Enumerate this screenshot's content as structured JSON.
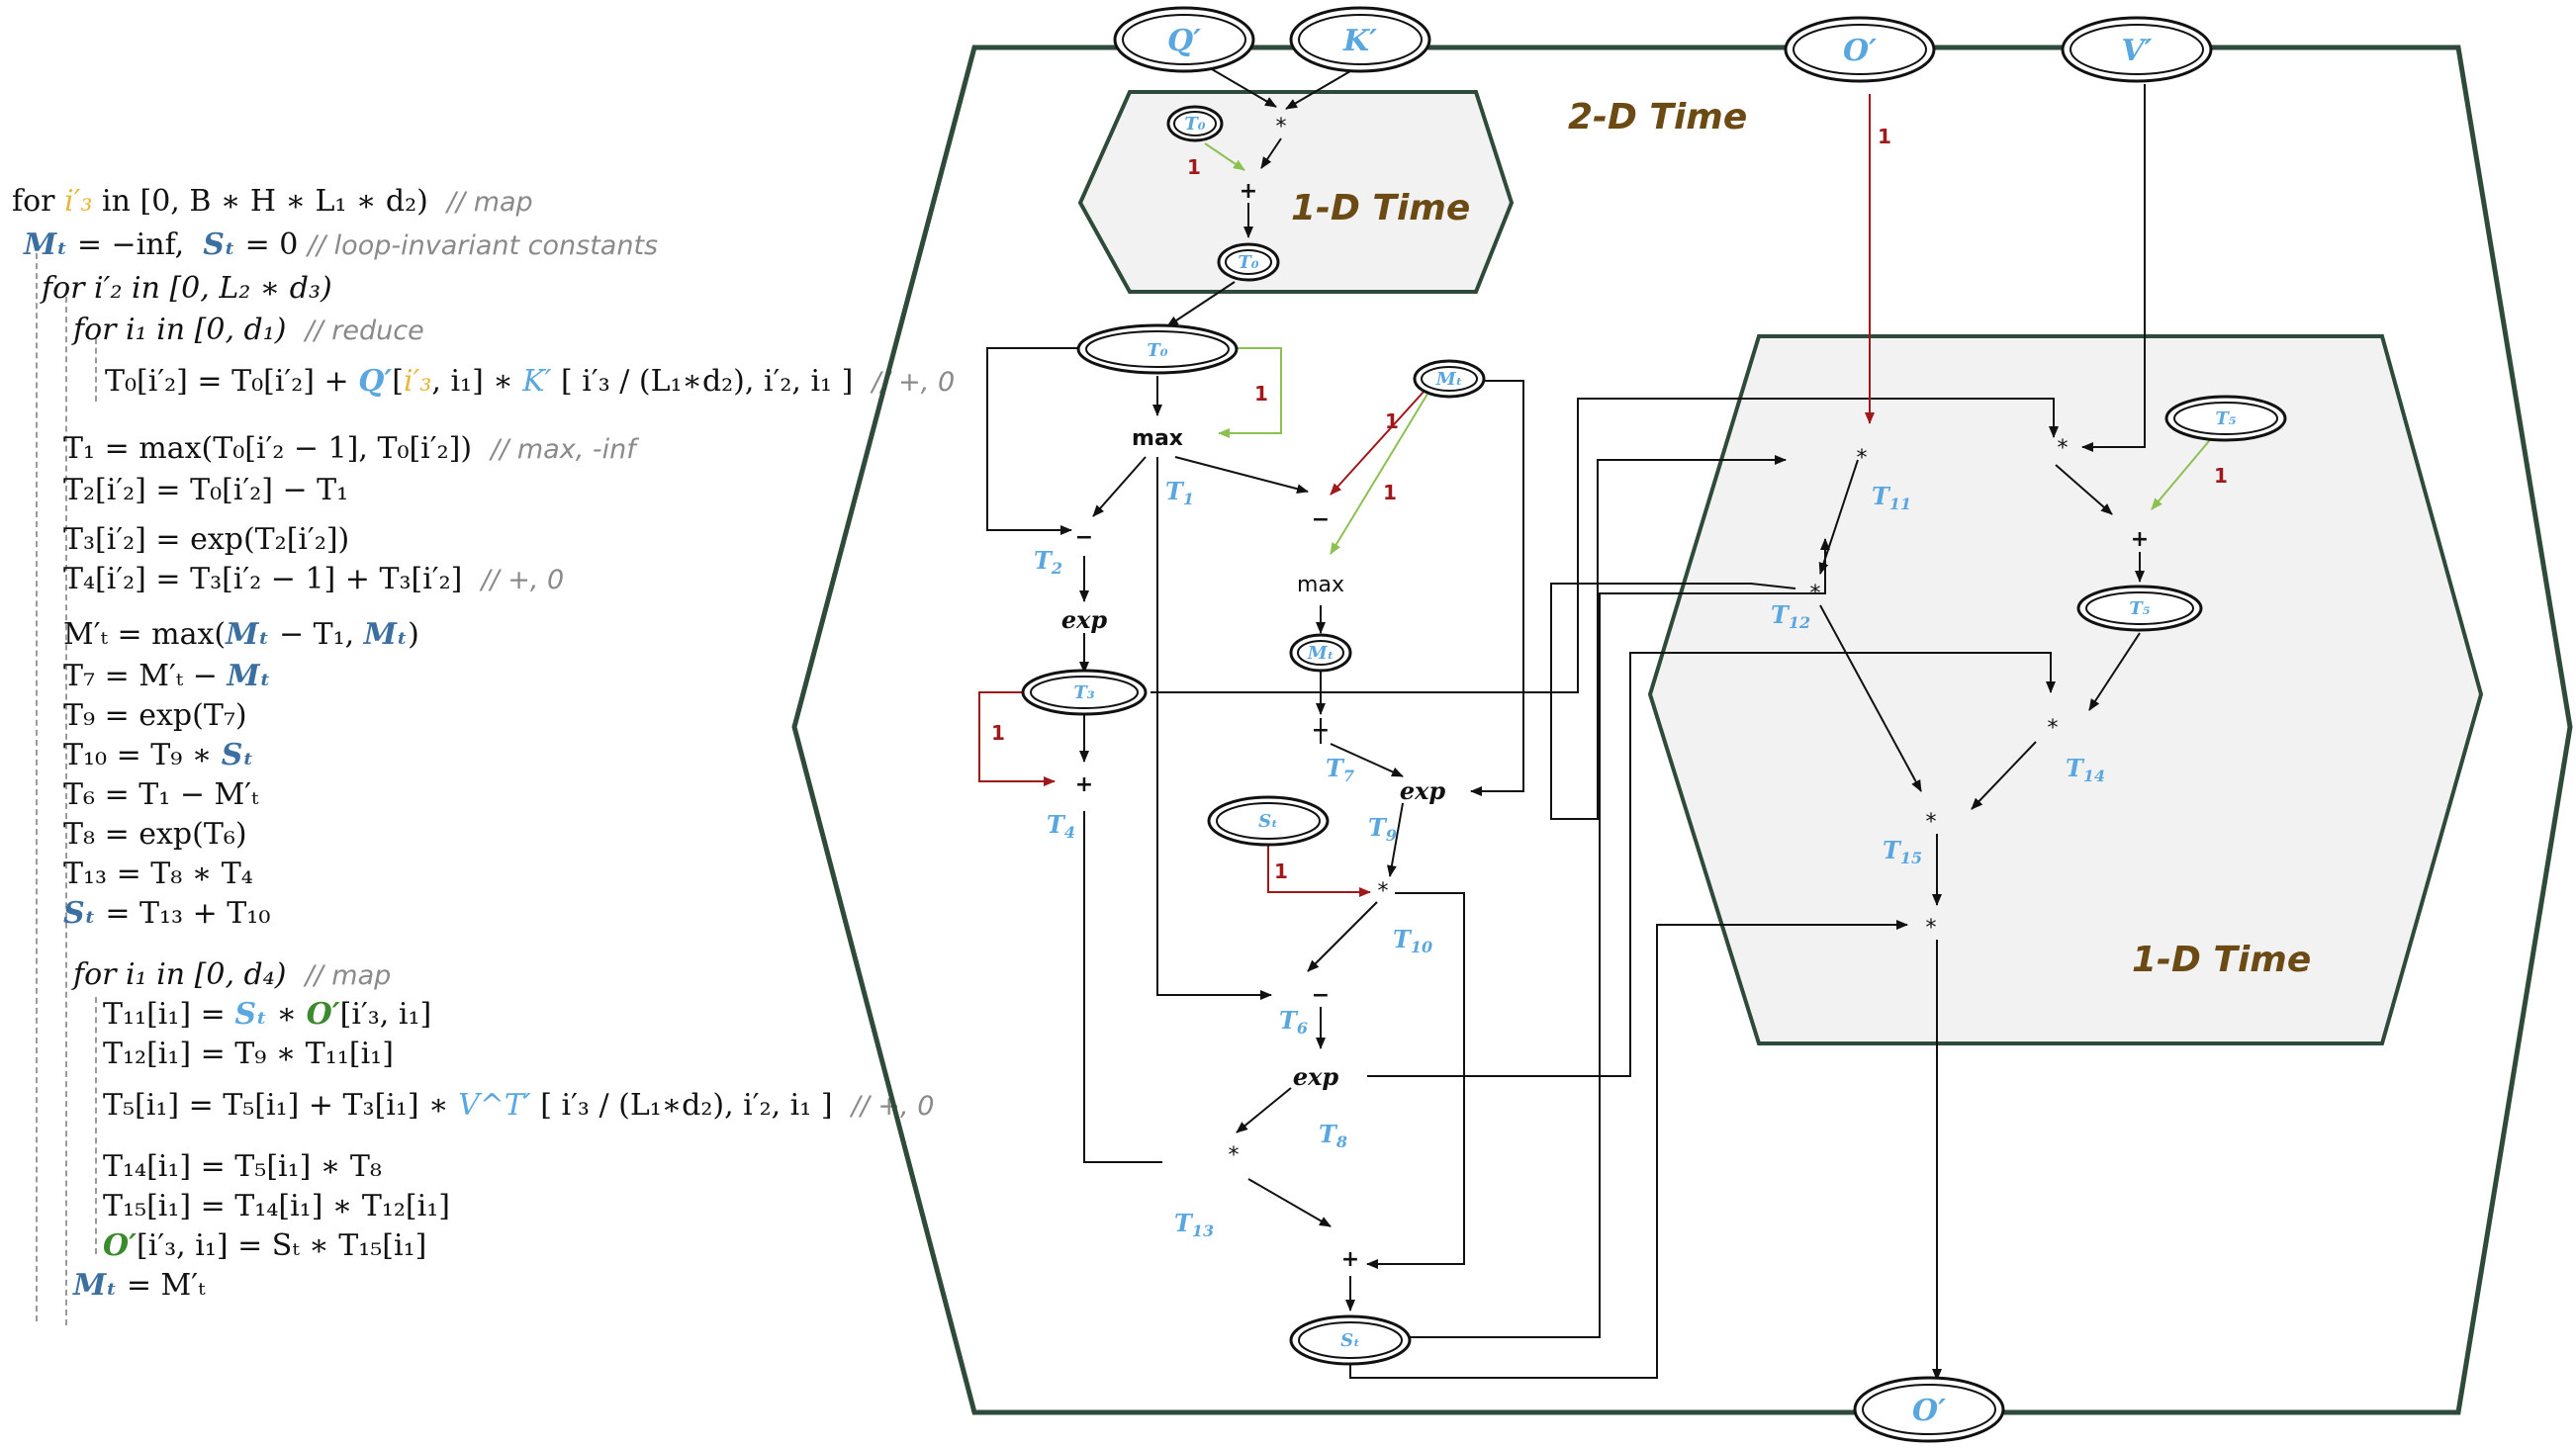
{
  "code": {
    "l1": {
      "kw": "for",
      "var": "i′₃",
      "rest": "in [0, B ∗ H ∗ L₁ ∗ d₂)",
      "comment": "// map"
    },
    "l2": {
      "m": "Mₜ",
      "m_rest": "= −inf,",
      "s": "Sₜ",
      "s_rest": "= 0",
      "comment": "// loop-invariant constants"
    },
    "l3": {
      "text": "for i′₂ in [0, L₂ ∗ d₃)"
    },
    "l4": {
      "text": "for i₁ in [0, d₁)",
      "comment": "// reduce"
    },
    "l5": {
      "a": "T₀[i′₂] = T₀[i′₂] +",
      "q": "Q′",
      "b": "[",
      "i3": "i′₃",
      "c": ", i₁] ∗",
      "k": "K′",
      "d": "[ i′₃ / (L₁∗d₂), i′₂, i₁ ]",
      "comment": "// +, 0"
    },
    "l6": {
      "text": "T₁ = max(T₀[i′₂ − 1], T₀[i′₂])",
      "comment": "// max, -inf"
    },
    "l7": {
      "text": "T₂[i′₂] = T₀[i′₂] − T₁"
    },
    "l8": {
      "text": "T₃[i′₂] = exp(T₂[i′₂])"
    },
    "l9": {
      "text": "T₄[i′₂] = T₃[i′₂ − 1] + T₃[i′₂]",
      "comment": "// +, 0"
    },
    "l10": {
      "a": "M′ₜ = max(",
      "m1": "Mₜ",
      "b": "− T₁,",
      "m2": "Mₜ",
      "c": ")"
    },
    "l11": {
      "a": "T₇ = M′ₜ −",
      "m": "Mₜ"
    },
    "l12": {
      "text": "T₉ = exp(T₇)"
    },
    "l13": {
      "a": "T₁₀ = T₉ ∗",
      "s": "Sₜ"
    },
    "l14": {
      "text": "T₆ = T₁ − M′ₜ"
    },
    "l15": {
      "text": "T₈ = exp(T₆)"
    },
    "l16": {
      "text": "T₁₃ = T₈ ∗ T₄"
    },
    "l17": {
      "s": "Sₜ",
      "a": "= T₁₃ + T₁₀"
    },
    "l18": {
      "text": "for i₁ in [0, d₄)",
      "comment": "// map"
    },
    "l19": {
      "a": "T₁₁[i₁] =",
      "s": "Sₜ",
      "b": "∗",
      "o": "O′",
      "c": "[i′₃, i₁]"
    },
    "l20": {
      "text": "T₁₂[i₁] = T₉ ∗ T₁₁[i₁]"
    },
    "l21": {
      "a": "T₅[i₁] = T₅[i₁] + T₃[i₁] ∗",
      "v": "V^T′",
      "b": "[ i′₃ / (L₁∗d₂), i′₂, i₁ ]",
      "comment": "// +, 0"
    },
    "l22": {
      "text": "T₁₄[i₁] = T₅[i₁] ∗ T₈"
    },
    "l23": {
      "text": "T₁₅[i₁] = T₁₄[i₁] ∗ T₁₂[i₁]"
    },
    "l24": {
      "o": "O′",
      "a": "[i′₃, i₁] = Sₜ ∗ T₁₅[i₁]"
    },
    "l25": {
      "m": "Mₜ",
      "a": "= M′ₜ"
    }
  },
  "colors": {
    "hexagon_stroke": "#2e4a3a",
    "region_fill": "#f2f2f2",
    "region_label": "#6b4a14",
    "tensor_blue": "#5aa7e0",
    "loop_var": "#e8b83a",
    "const_blue": "#3b6fa0",
    "o_green": "#3c8a2e",
    "edge_red": "#a0191a",
    "edge_green": "#8cc152"
  },
  "regions": {
    "outer": "2-D Time",
    "inner_top": "1-D Time",
    "inner_right": "1-D Time"
  },
  "nodes": {
    "q": "Q′",
    "k": "K′",
    "o_in": "O′",
    "v": "V′",
    "o_out": "O′",
    "t0_small": "T₀",
    "t0_small2": "T₀",
    "t0": "T₀",
    "mt": "Mₜ",
    "mt2": "Mₜ",
    "t3": "T₃",
    "st": "Sₜ",
    "st2": "Sₜ",
    "t5": "T₅",
    "t5b": "T₅",
    "max1": "max",
    "max2": "max",
    "exp1": "exp",
    "exp2": "exp",
    "exp3": "exp",
    "mul": "*",
    "plus": "+",
    "minus": "−"
  },
  "labels": {
    "t1": "T",
    "t1s": "1",
    "t2": "T",
    "t2s": "2",
    "t4": "T",
    "t4s": "4",
    "t6": "T",
    "t6s": "6",
    "t7": "T",
    "t7s": "7",
    "t8": "T",
    "t8s": "8",
    "t9": "T",
    "t9s": "9",
    "t10": "T",
    "t10s": "10",
    "t11": "T",
    "t11s": "11",
    "t12": "T",
    "t12s": "12",
    "t13": "T",
    "t13s": "13",
    "t14": "T",
    "t14s": "14",
    "t15": "T",
    "t15s": "15"
  },
  "edge_labels": {
    "one": "1"
  }
}
